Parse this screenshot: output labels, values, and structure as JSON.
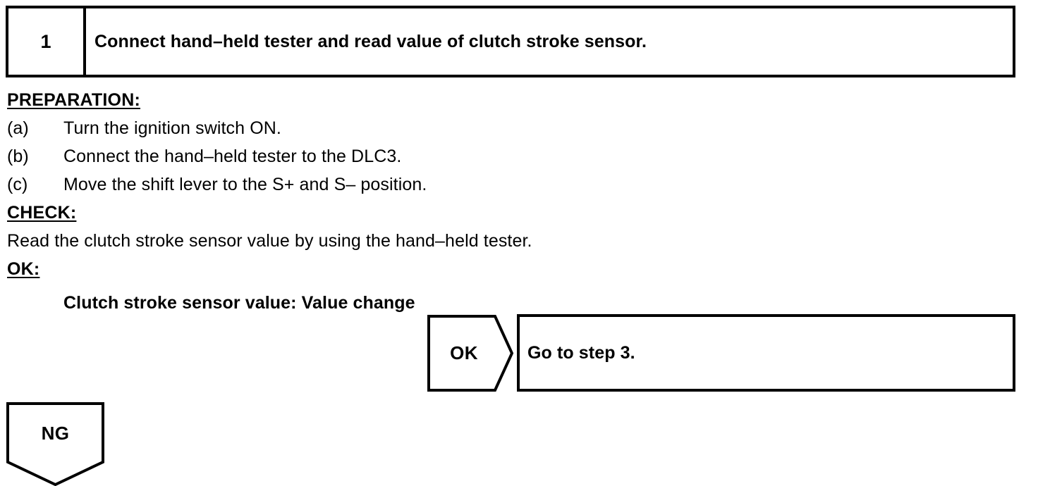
{
  "step_header": {
    "number": "1",
    "title": "Connect hand–held tester and read value of clutch stroke sensor."
  },
  "sections": {
    "preparation": {
      "heading": "PREPARATION:",
      "items": [
        {
          "label": "(a)",
          "text": "Turn the ignition switch ON."
        },
        {
          "label": "(b)",
          "text": "Connect the hand–held tester to the DLC3."
        },
        {
          "label": "(c)",
          "text": "Move the shift lever to the S+ and S– position."
        }
      ]
    },
    "check": {
      "heading": "CHECK:",
      "text": "Read the clutch stroke sensor value by using the hand–held tester."
    },
    "ok": {
      "heading": "OK:",
      "value_line": "Clutch stroke sensor value: Value change"
    }
  },
  "flow": {
    "ok_branch": {
      "arrow_label": "OK",
      "target_text": "Go to step 3."
    },
    "ng_branch": {
      "arrow_label": "NG"
    }
  },
  "colors": {
    "ink": "#000000",
    "paper": "#ffffff"
  }
}
